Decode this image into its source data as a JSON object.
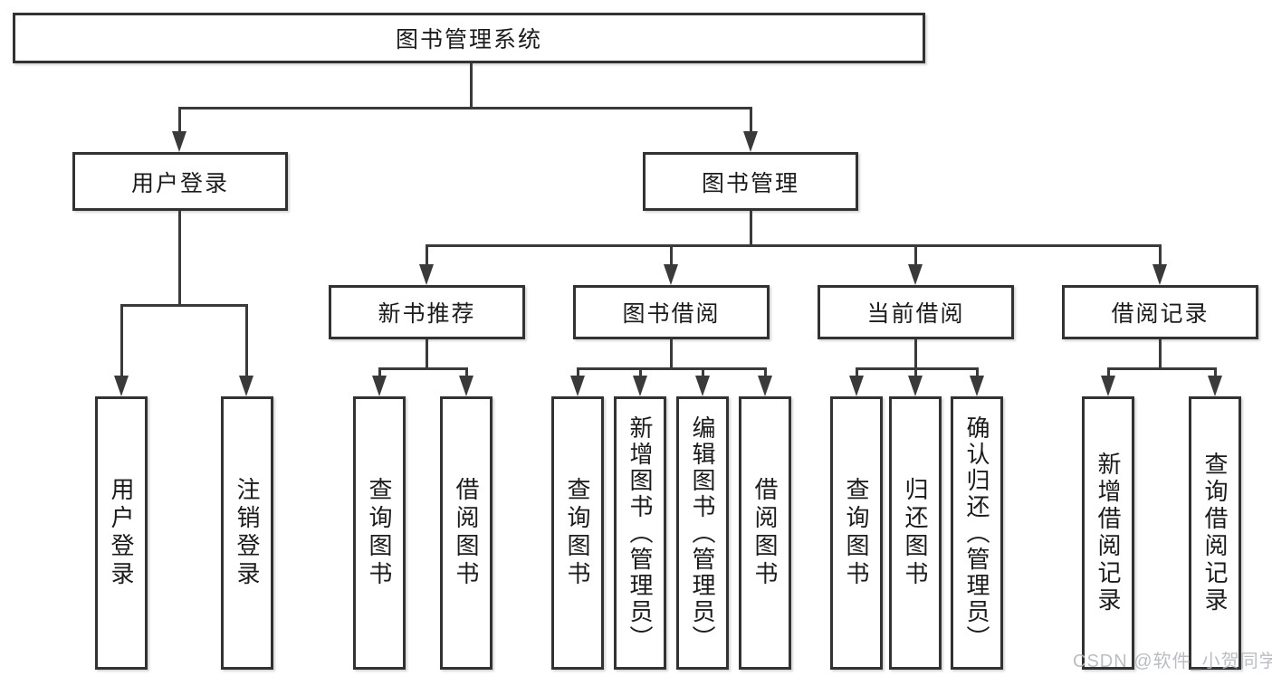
{
  "colors": {
    "background": "#ffffff",
    "line": "#3a3a3a",
    "box_border": "#323232",
    "text": "#1b1b1b",
    "watermark": "#b3b7bd"
  },
  "diagram": {
    "root": "图书管理系统",
    "branches": [
      {
        "label": "用户登录",
        "children": [
          "用户登录",
          "注销登录"
        ]
      },
      {
        "label": "图书管理",
        "groups": [
          {
            "label": "新书推荐",
            "children": [
              "查询图书",
              "借阅图书"
            ]
          },
          {
            "label": "图书借阅",
            "children": [
              "查询图书",
              "新增图书（管理员）",
              "编辑图书（管理员）",
              "借阅图书"
            ]
          },
          {
            "label": "当前借阅",
            "children": [
              "查询图书",
              "归还图书",
              "确认归还（管理员）"
            ]
          },
          {
            "label": "借阅记录",
            "children": [
              "新增借阅记录",
              "查询借阅记录"
            ]
          }
        ]
      }
    ]
  },
  "watermark": {
    "text": "CSDN @软件_小贺同学"
  }
}
